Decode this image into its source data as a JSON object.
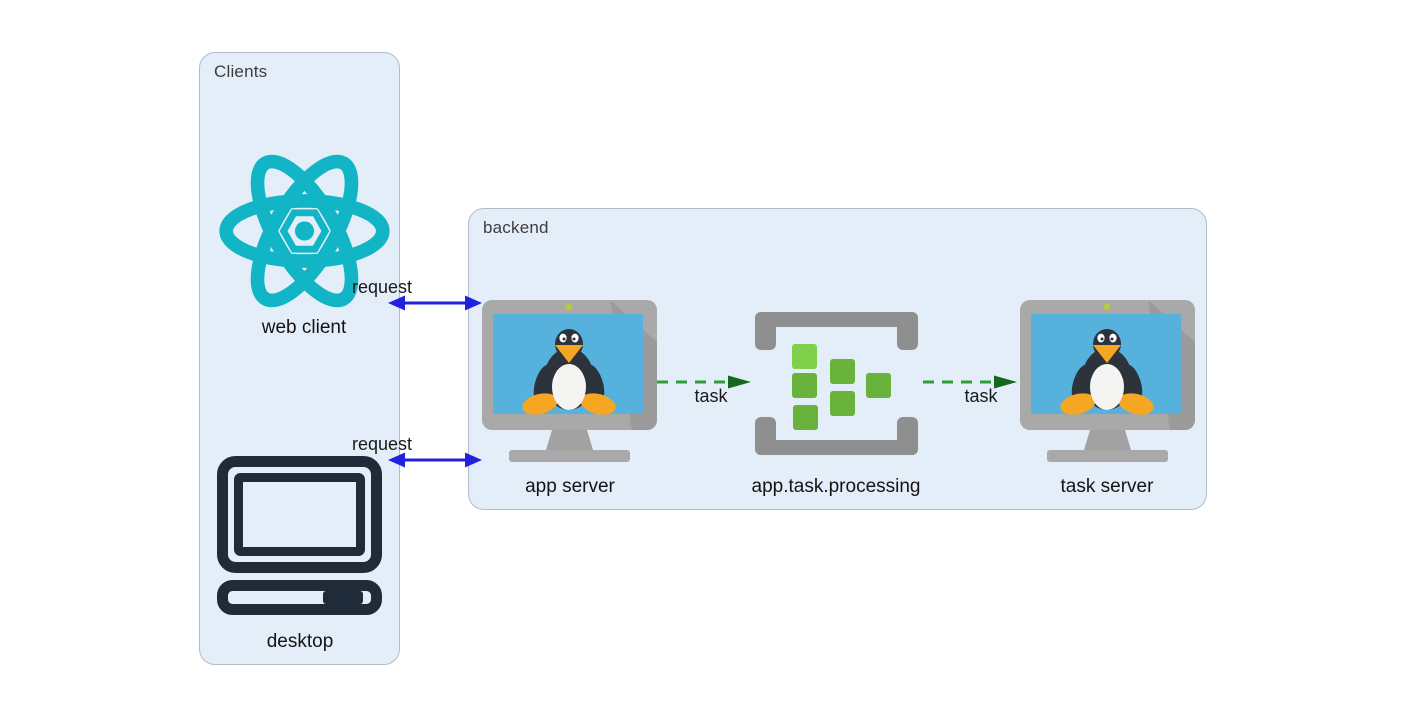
{
  "containers": {
    "clients": {
      "label": "Clients"
    },
    "backend": {
      "label": "backend"
    }
  },
  "nodes": {
    "web_client": {
      "label": "web client",
      "icon": "react-icon"
    },
    "desktop": {
      "label": "desktop",
      "icon": "desktop-icon"
    },
    "app_server": {
      "label": "app server",
      "icon": "linux-monitor-icon"
    },
    "task_queue": {
      "label": "app.task.processing",
      "icon": "task-queue-icon"
    },
    "task_server": {
      "label": "task server",
      "icon": "linux-monitor-icon"
    }
  },
  "edges": {
    "web_request": {
      "label": "request",
      "type": "bidirectional-solid",
      "from": "web client",
      "to": "app server",
      "color": "#2121df"
    },
    "desktop_request": {
      "label": "request",
      "type": "bidirectional-solid",
      "from": "desktop",
      "to": "app server",
      "color": "#2121df"
    },
    "app_task": {
      "label": "task",
      "type": "dashed-directed",
      "from": "app server",
      "to": "app.task.processing",
      "color": "#2f9e38"
    },
    "queue_task": {
      "label": "task",
      "type": "dashed-directed",
      "from": "app.task.processing",
      "to": "task server",
      "color": "#2f9e38"
    }
  },
  "colors": {
    "container_fill": "#e4eef9",
    "container_border": "#b3bdc7",
    "request_arrow_blue": "#2121df",
    "task_arrow_line_green": "#2f9e38",
    "task_arrow_head_green": "#14691e",
    "react_cyan": "#12b5c6",
    "desktop_outline_navy": "#202b3a",
    "monitor_frame_gray": "#a9a9a9",
    "monitor_screen_blue": "#57b1dd",
    "monitor_power_dot": "#b7cb32",
    "queue_bracket_gray": "#8f8f8f",
    "queue_square_light_green": "#7fd14b",
    "queue_square_green": "#69b23c",
    "tux_body": "#2c333a",
    "tux_orange": "#f5a623"
  }
}
